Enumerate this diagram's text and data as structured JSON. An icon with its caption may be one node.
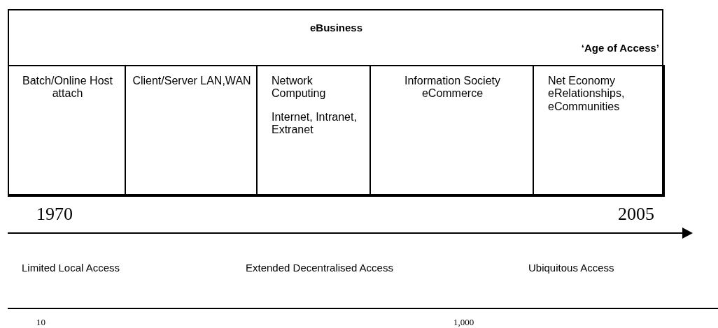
{
  "diagram": {
    "nodes": [
      {
        "text": [
          "eBusiness",
          "‘Age of Access’"
        ]
      },
      {
        "text": [
          "Batch/Online Host attach"
        ],
        "in": 0
      },
      {
        "text": [
          "Client/Server LAN,WAN"
        ],
        "in": 0
      },
      {
        "text": [
          "Network Computing",
          "Internet, Intranet, Extranet"
        ],
        "in": 0
      },
      {
        "text": [
          "Information Society eCommerce"
        ],
        "in": 0
      },
      {
        "text": [
          "Net Economy eRelationships, eCommunities"
        ],
        "in": 0
      }
    ],
    "edges": [],
    "labels": [
      "1970",
      "2005",
      "Limited Local Access",
      "Extended Decentralised Access",
      "Ubiquitous Access",
      "10",
      "1,000"
    ]
  }
}
